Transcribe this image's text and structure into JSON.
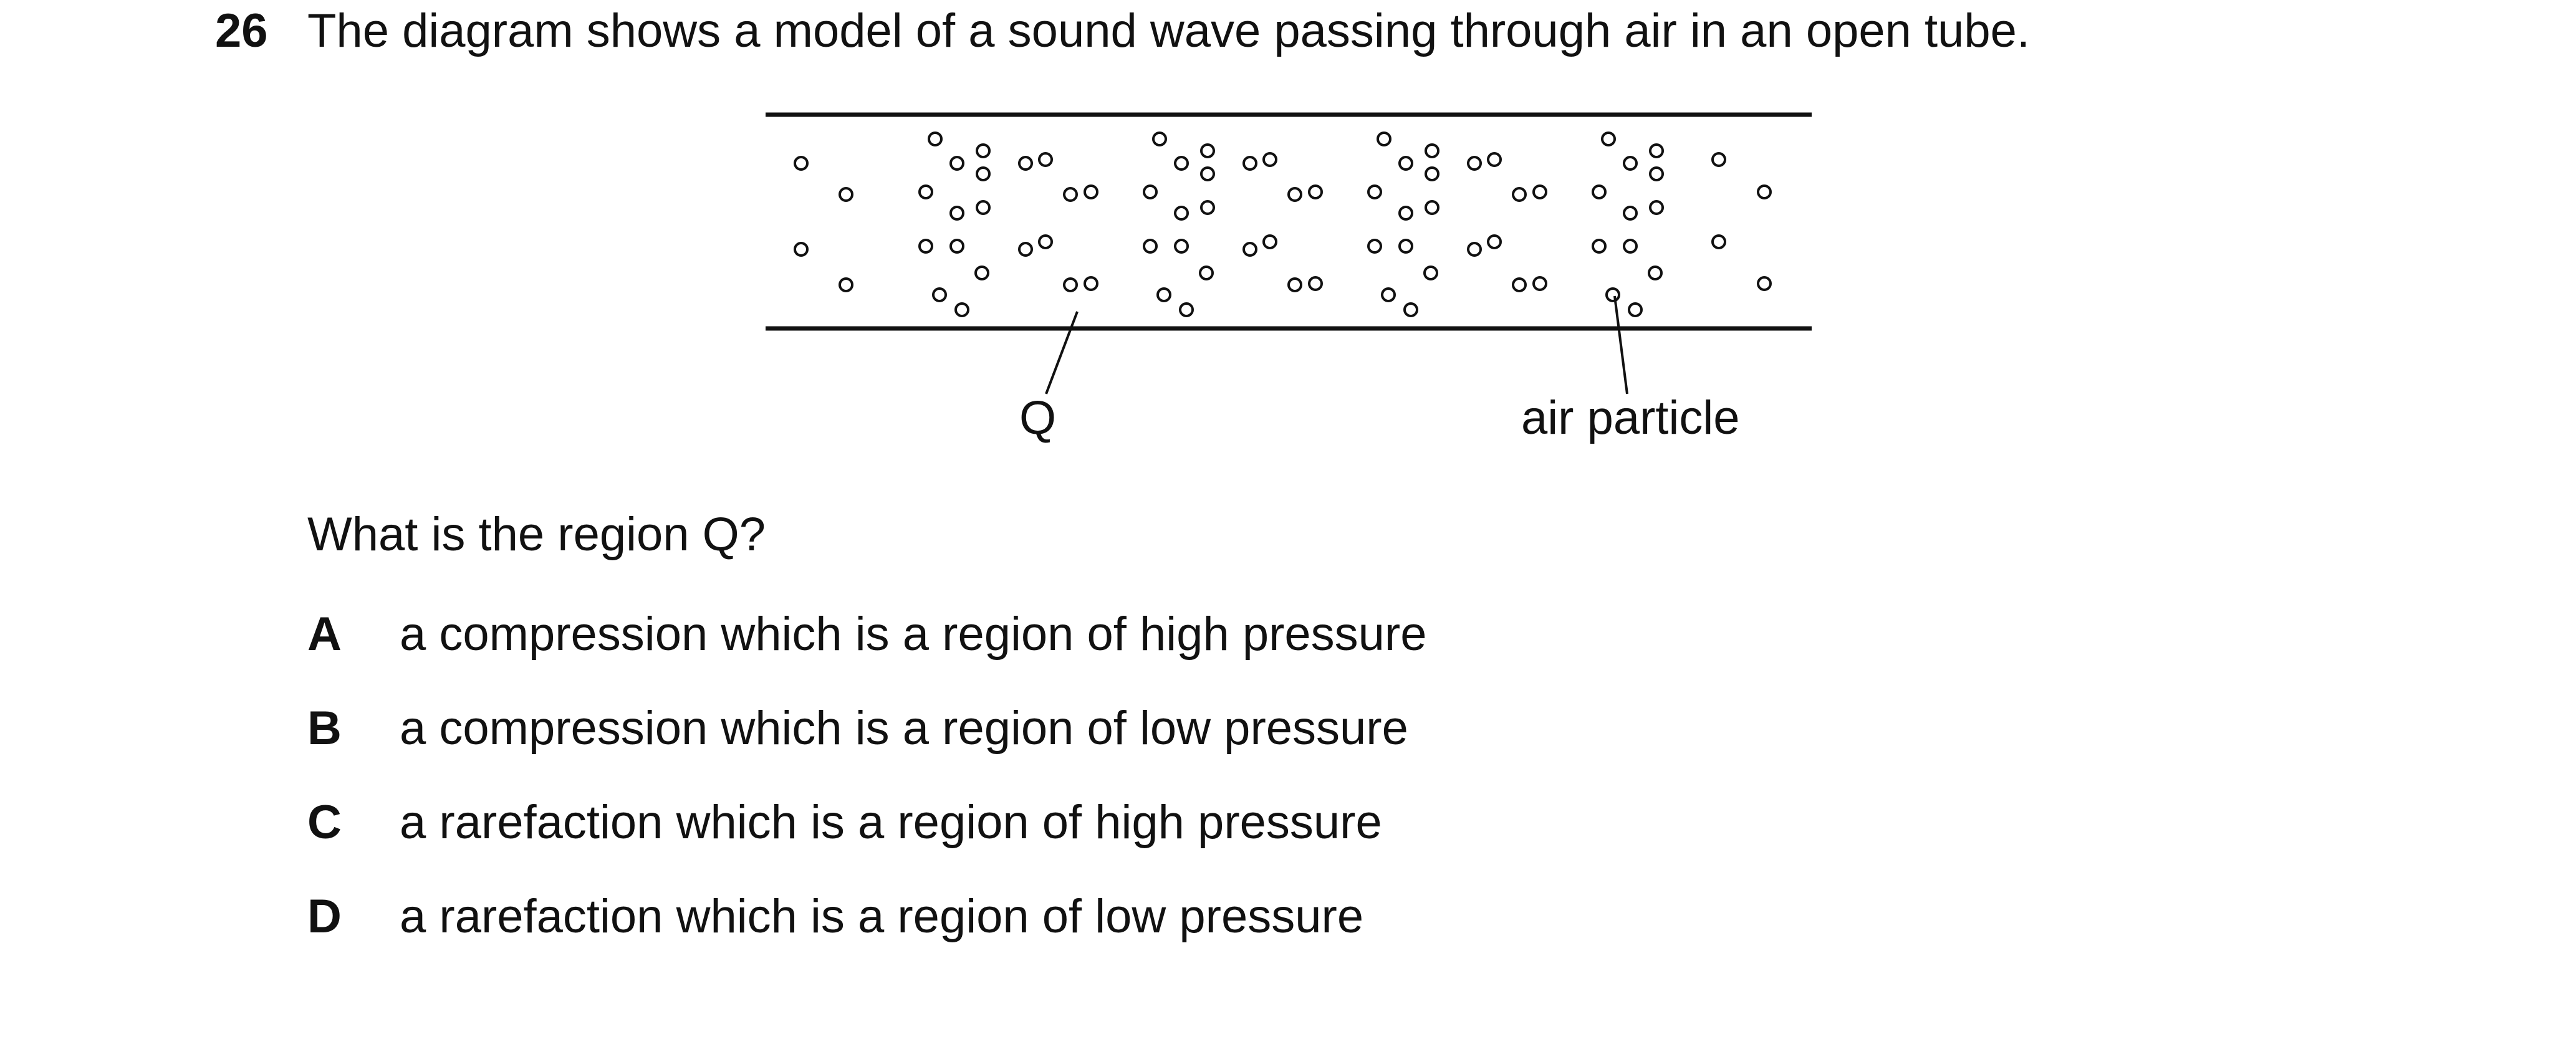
{
  "question": {
    "number": "26",
    "stem": "The diagram shows a model of a sound wave passing through air in an open tube.",
    "prompt": "What is the region Q?"
  },
  "diagram": {
    "label_q": "Q",
    "label_particle": "air particle"
  },
  "options": [
    {
      "letter": "A",
      "text": "a compression which is a region of high pressure"
    },
    {
      "letter": "B",
      "text": "a compression which is a region of low pressure"
    },
    {
      "letter": "C",
      "text": "a rarefaction which is a region of high pressure"
    },
    {
      "letter": "D",
      "text": "a rarefaction which is a region of low pressure"
    }
  ]
}
